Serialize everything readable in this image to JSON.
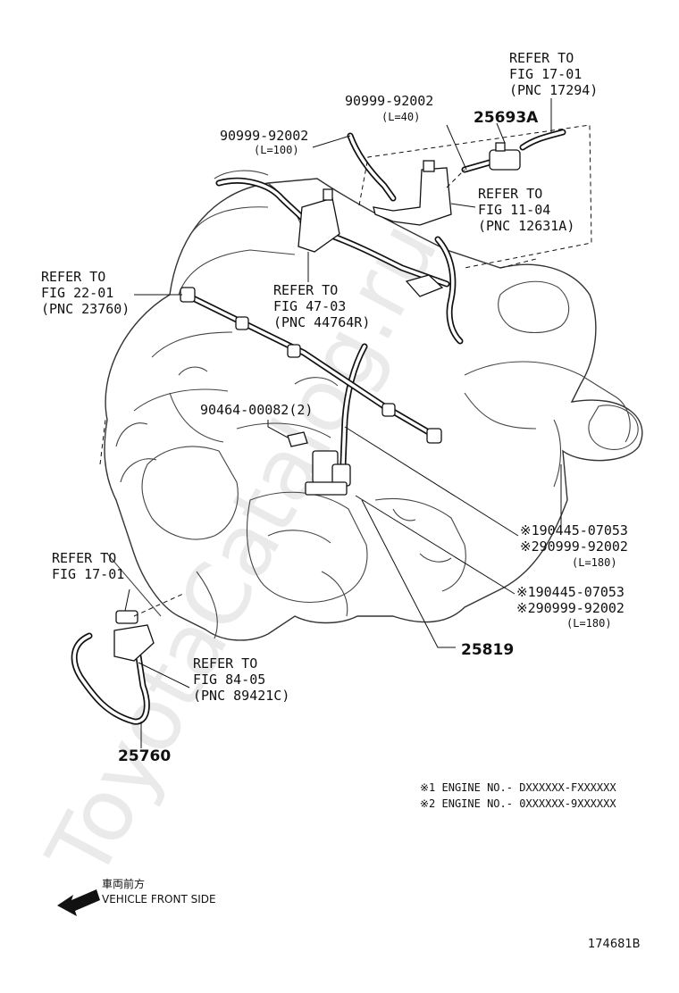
{
  "watermark": "ToyotaCatalog.ru",
  "labels": {
    "ref_17_01_top": [
      "REFER TO",
      "FIG 17-01",
      "(PNC 17294)"
    ],
    "hose_l40_part": "90999-92002",
    "hose_l40_len": "(L=40)",
    "part_25693a": "25693A",
    "hose_l100_part": "90999-92002",
    "hose_l100_len": "(L=100)",
    "ref_11_04": [
      "REFER TO",
      "FIG 11-04",
      "(PNC 12631A)"
    ],
    "ref_22_01": [
      "REFER TO",
      "FIG 22-01",
      "(PNC 23760)"
    ],
    "ref_47_03": [
      "REFER TO",
      "FIG 47-03",
      "(PNC 44764R)"
    ],
    "clip_part": "90464-00082(2)",
    "note_group_1": [
      "※190445-07053",
      "※290999-92002",
      "(L=180)"
    ],
    "note_group_2": [
      "※190445-07053",
      "※290999-92002",
      "(L=180)"
    ],
    "ref_17_01_left": [
      "REFER TO",
      "FIG 17-01"
    ],
    "part_25819": "25819",
    "ref_84_05": [
      "REFER TO",
      "FIG 84-05",
      "(PNC 89421C)"
    ],
    "part_25760": "25760",
    "engine_note_1": "※1 ENGINE NO.- DXXXXXX-FXXXXXX",
    "engine_note_2": "※2 ENGINE NO.- 0XXXXXX-9XXXXXX",
    "front_jp": "車両前方",
    "front_en": "VEHICLE FRONT SIDE",
    "figure_id": "174681B"
  }
}
